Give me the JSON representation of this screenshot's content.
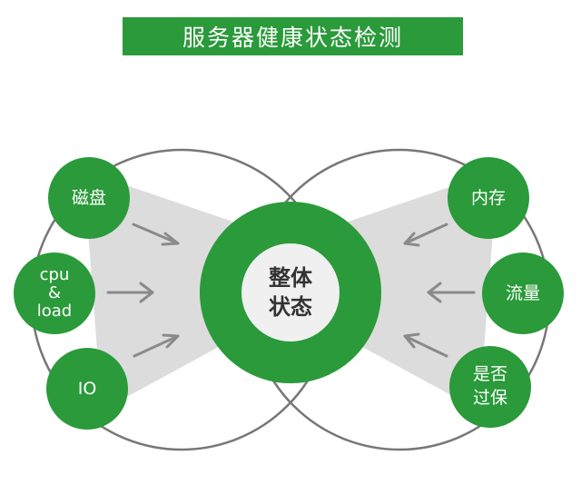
{
  "title": "服务器健康状态检测",
  "center": {
    "label": "整体\n状态"
  },
  "left_nodes": [
    {
      "id": "disk",
      "label": "磁盘"
    },
    {
      "id": "cpu-load",
      "label": "cpu\n&\nload"
    },
    {
      "id": "io",
      "label": "IO"
    }
  ],
  "right_nodes": [
    {
      "id": "memory",
      "label": "内存"
    },
    {
      "id": "traffic",
      "label": "流量"
    },
    {
      "id": "alive",
      "label": "是否\n过保"
    }
  ],
  "colors": {
    "green": "#2a9a3a",
    "ring_light": "#f0f0f0",
    "outline": "#777777",
    "funnel": "#dcdcdc",
    "arrow": "#8a8a8a",
    "center_text": "#333333"
  }
}
